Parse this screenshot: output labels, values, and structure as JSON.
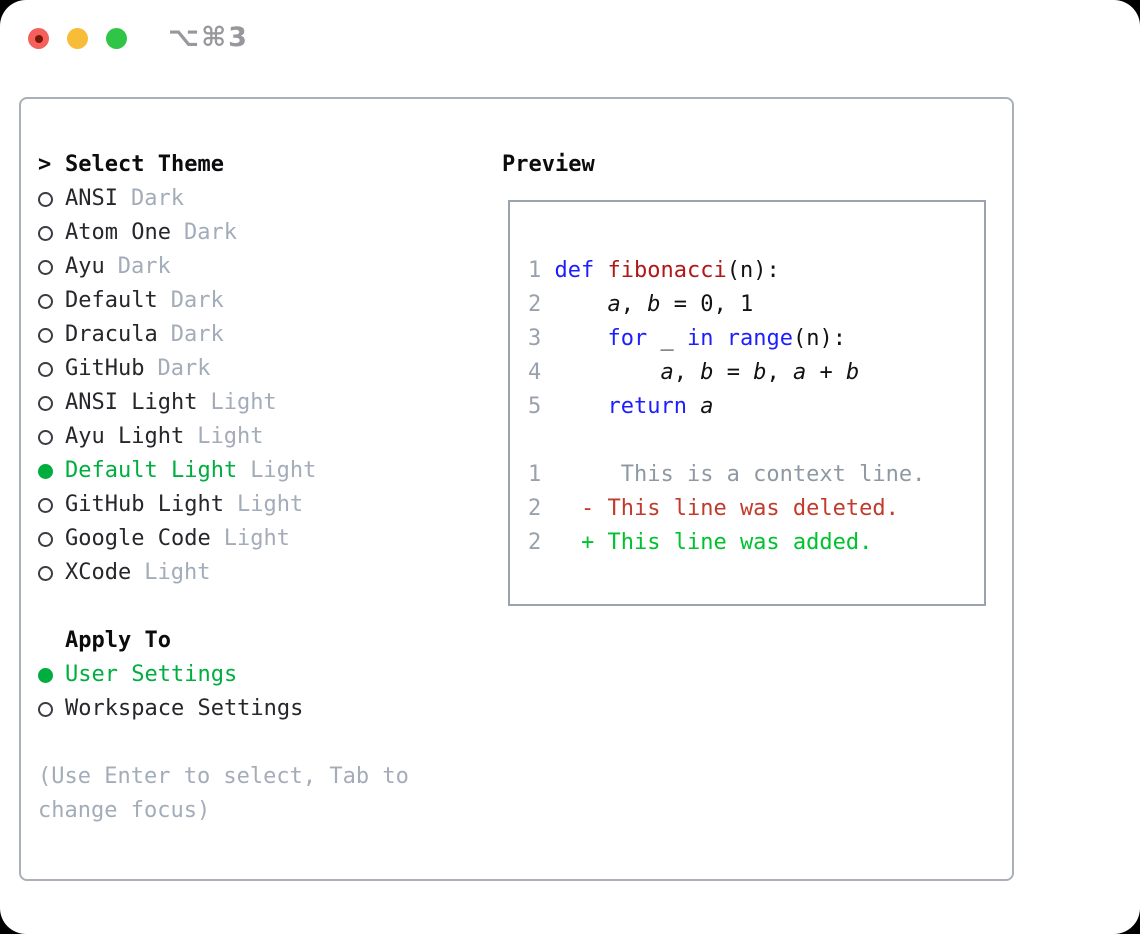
{
  "titlebar": {
    "shortcut": "⌥⌘3",
    "buttons": [
      "close",
      "minimize",
      "zoom"
    ]
  },
  "theme_panel": {
    "header_marker": ">",
    "header": "Select Theme",
    "items": [
      {
        "name": "ANSI",
        "variant": "Dark",
        "selected": false
      },
      {
        "name": "Atom One",
        "variant": "Dark",
        "selected": false
      },
      {
        "name": "Ayu",
        "variant": "Dark",
        "selected": false
      },
      {
        "name": "Default",
        "variant": "Dark",
        "selected": false
      },
      {
        "name": "Dracula",
        "variant": "Dark",
        "selected": false
      },
      {
        "name": "GitHub",
        "variant": "Dark",
        "selected": false
      },
      {
        "name": "ANSI Light",
        "variant": "Light",
        "selected": false
      },
      {
        "name": "Ayu Light",
        "variant": "Light",
        "selected": false
      },
      {
        "name": "Default Light",
        "variant": "Light",
        "selected": true
      },
      {
        "name": "GitHub Light",
        "variant": "Light",
        "selected": false
      },
      {
        "name": "Google Code",
        "variant": "Light",
        "selected": false
      },
      {
        "name": "XCode",
        "variant": "Light",
        "selected": false
      }
    ],
    "apply_to": {
      "header": "Apply To",
      "options": [
        {
          "name": "User Settings",
          "selected": true
        },
        {
          "name": "Workspace Settings",
          "selected": false
        }
      ]
    },
    "hint_lines": [
      "(Use Enter to select, Tab to",
      "change focus)"
    ]
  },
  "preview": {
    "header": "Preview",
    "code_lines": [
      {
        "tokens": [
          [
            "1 ",
            "ln"
          ],
          [
            "def",
            "kw"
          ],
          [
            " ",
            "pl"
          ],
          [
            "fibonacci",
            "fn"
          ],
          [
            "(n):",
            "pl"
          ]
        ]
      },
      {
        "tokens": [
          [
            "2 ",
            "ln"
          ],
          [
            "    ",
            "pl"
          ],
          [
            "a",
            "var"
          ],
          [
            ", ",
            "pl"
          ],
          [
            "b",
            "var"
          ],
          [
            " = 0, 1",
            "pl"
          ]
        ]
      },
      {
        "tokens": [
          [
            "3 ",
            "ln"
          ],
          [
            "    ",
            "pl"
          ],
          [
            "for",
            "kw"
          ],
          [
            " _ ",
            "pl"
          ],
          [
            "in",
            "kw"
          ],
          [
            " ",
            "pl"
          ],
          [
            "range",
            "kw"
          ],
          [
            "(n):",
            "pl"
          ]
        ]
      },
      {
        "tokens": [
          [
            "4 ",
            "ln"
          ],
          [
            "        ",
            "pl"
          ],
          [
            "a",
            "var"
          ],
          [
            ", ",
            "pl"
          ],
          [
            "b",
            "var"
          ],
          [
            " = ",
            "pl"
          ],
          [
            "b",
            "var"
          ],
          [
            ", ",
            "pl"
          ],
          [
            "a",
            "var"
          ],
          [
            " + ",
            "pl"
          ],
          [
            "b",
            "var"
          ]
        ]
      },
      {
        "tokens": [
          [
            "5 ",
            "ln"
          ],
          [
            "    ",
            "pl"
          ],
          [
            "return",
            "kw"
          ],
          [
            " ",
            "pl"
          ],
          [
            "a",
            "var"
          ]
        ]
      },
      {
        "tokens": []
      },
      {
        "tokens": [
          [
            "1",
            "ln"
          ],
          [
            "      This is a context line.",
            "ctx"
          ]
        ]
      },
      {
        "tokens": [
          [
            "2",
            "ln"
          ],
          [
            "   ",
            "pl"
          ],
          [
            "- This line was deleted.",
            "del"
          ]
        ]
      },
      {
        "tokens": [
          [
            "2",
            "ln"
          ],
          [
            "   ",
            "pl"
          ],
          [
            "+ This line was added.",
            "add"
          ]
        ]
      }
    ]
  },
  "colors": {
    "accent_green": "#00ae3f",
    "added_green": "#00c230",
    "deleted_red": "#c23a2c",
    "keyword_blue": "#1d1dff",
    "function_red": "#b01818",
    "text_dark": "#26262b",
    "muted_gray": "#a3acb9",
    "line_number_gray": "#99a1ac",
    "context_gray": "#8f99a3",
    "panel_border": "#a9b0ba",
    "preview_border": "#9aa3ae",
    "title_gray": "#97979c",
    "traffic_red": "#f4605a",
    "traffic_red_dot": "#7c1408",
    "traffic_yellow": "#f7bd39",
    "traffic_green": "#30c546",
    "radio_outline": "#3c3c44",
    "window_bg": "#ffffff",
    "page_bg": "#000000"
  }
}
